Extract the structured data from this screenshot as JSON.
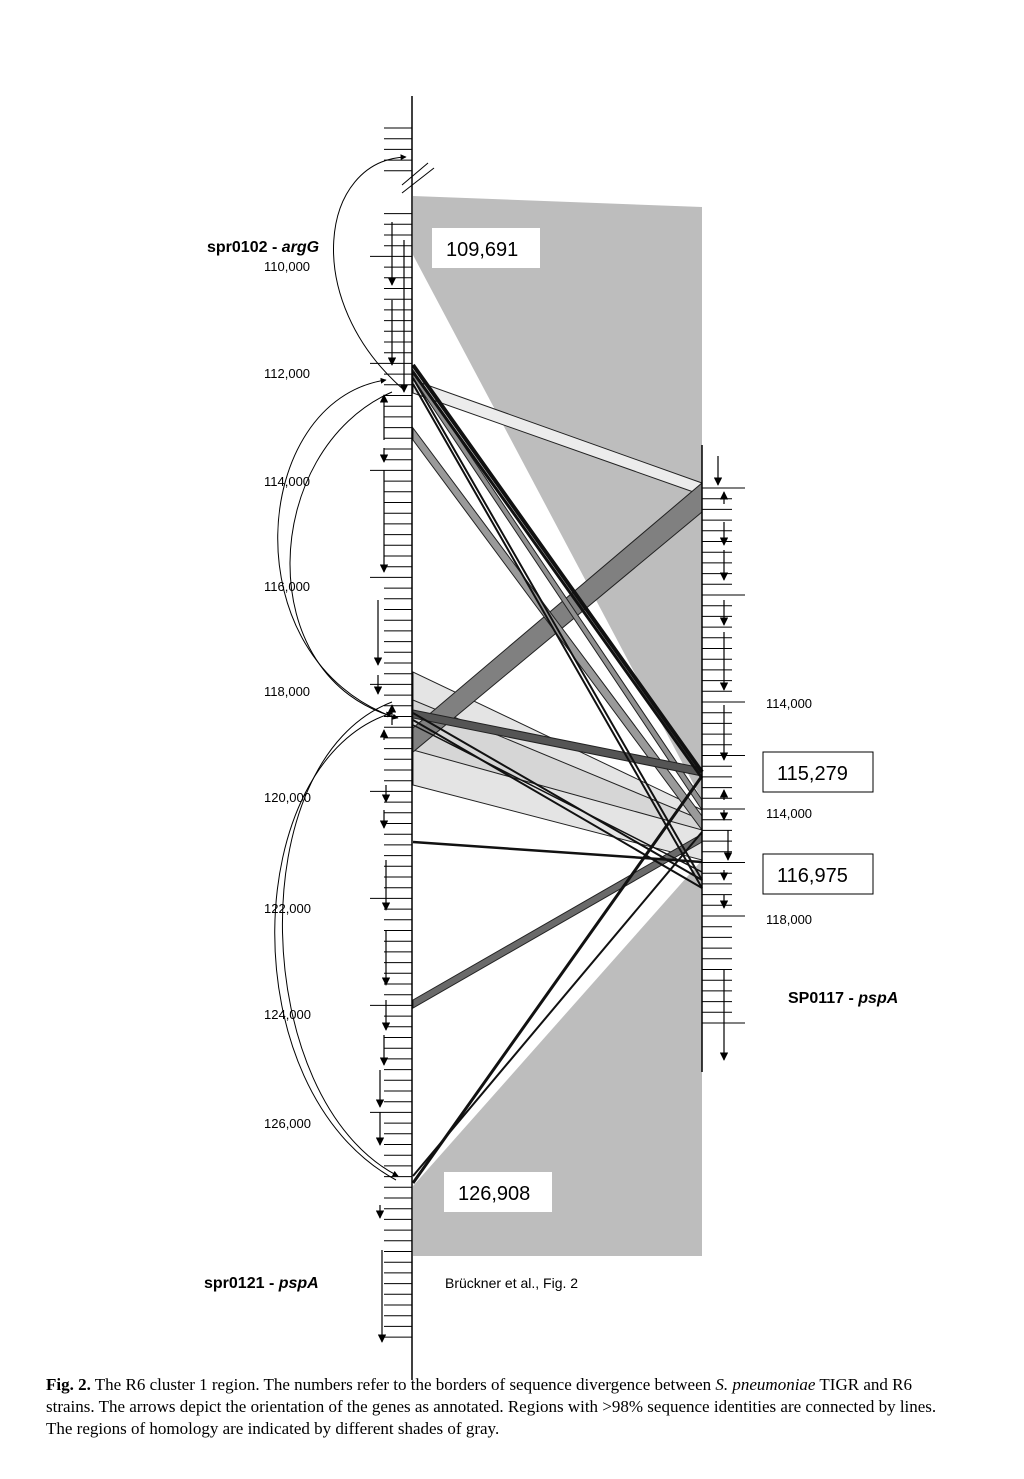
{
  "left_axis": {
    "ticks": [
      "110,000",
      "112,000",
      "114,000",
      "116,000",
      "118,000",
      "120,000",
      "122,000",
      "124,000",
      "126,000"
    ]
  },
  "right_axis": {
    "ticks": [
      "114,000",
      "114,000",
      "118,000"
    ]
  },
  "boxes": {
    "b1": "109,691",
    "b2": "115,279",
    "b3": "116,975",
    "b4": "126,908"
  },
  "genes": {
    "top_left": {
      "name": "spr0102 - ",
      "italic": "argG"
    },
    "bottom_left": {
      "name": "spr0121 - ",
      "italic": "pspA"
    },
    "right": {
      "name": "SP0117 - ",
      "italic": "pspA"
    }
  },
  "credit": "Brückner et al., Fig. 2",
  "caption": {
    "fig": "Fig. 2.",
    "part1": " The R6 cluster 1 region. The numbers refer to the borders of sequence divergence between ",
    "species": "S. pneumoniae",
    "part2": " TIGR and R6 strains. The arrows depict the orientation of the genes as annotated. Regions with >98% sequence identities are connected by lines. The regions of homology are indicated by different shades of gray."
  }
}
